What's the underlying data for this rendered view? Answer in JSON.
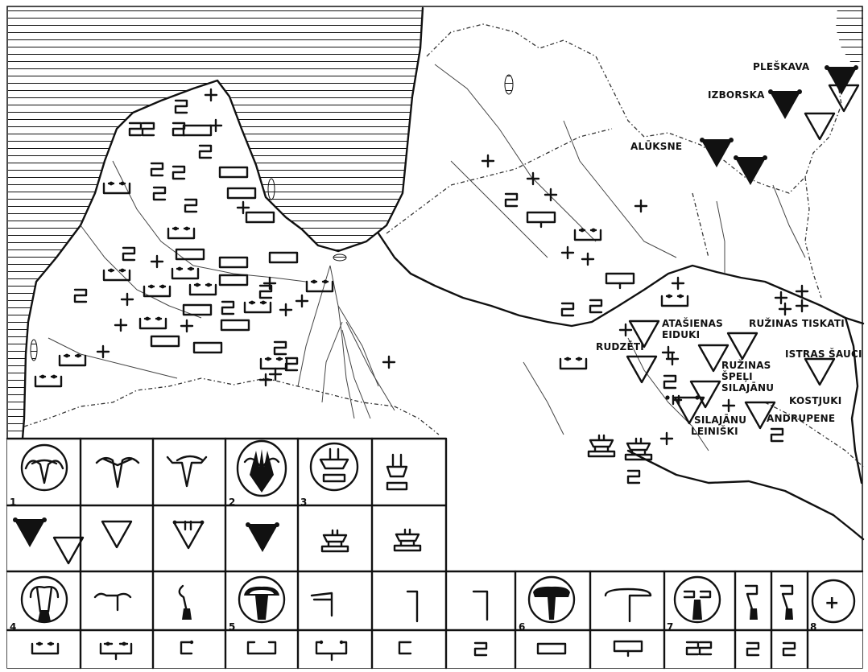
{
  "places": {
    "pleskava": "PLEŠKAVA",
    "izborska": "IZBORSKA",
    "aluksne": "ALŪKSNE",
    "atasienas": "ATAŠIENAS",
    "eiduki": "EIDUKI",
    "ruzinas_tiskati": "RUŽINAS TISKATI",
    "rudzeti": "RUDZĒTI",
    "ruzinas": "RUŽINAS",
    "speli": "ŠPEĻI",
    "silajanu": "SILAJĀNU",
    "istras_sauci": "ISTRAS ŠAUCI",
    "kostjuki": "KOSTJUKI",
    "andrupene": "ANDRUPENE",
    "silajanu2": "SILAJĀNU",
    "leiniski": "LEINIŠKI"
  },
  "legend": {
    "n1": "1",
    "n2": "2",
    "n3": "3",
    "n4": "4",
    "n5": "5",
    "n6": "6",
    "n7": "7",
    "n8": "8",
    "cross": "+"
  },
  "colors": {
    "ink": "#111111",
    "paper": "#ffffff"
  }
}
